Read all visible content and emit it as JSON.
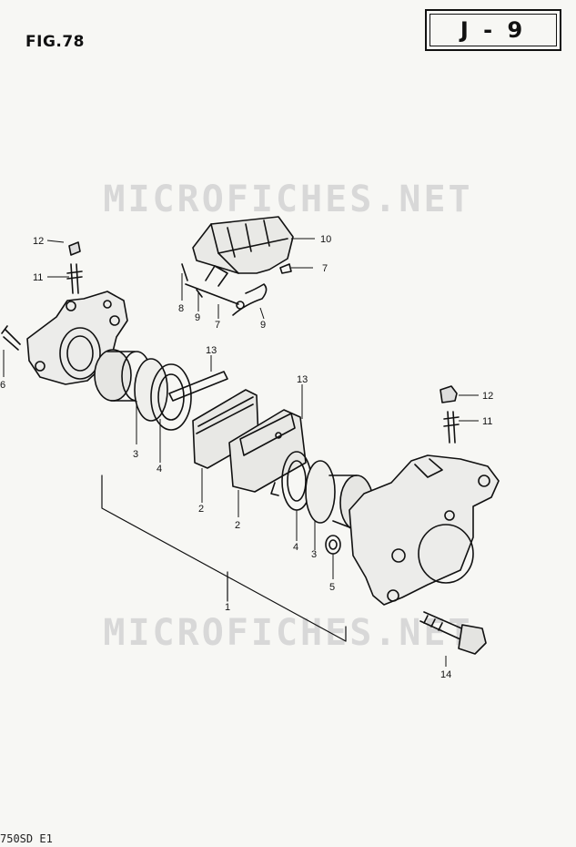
{
  "figure_label": "FIG.78",
  "section_code": "J - 9",
  "watermark": "MICROFICHES.NET",
  "footer_code": "750SD E1",
  "callouts": {
    "c1": "1",
    "c2a": "2",
    "c2b": "2",
    "c3a": "3",
    "c3b": "3",
    "c4a": "4",
    "c4b": "4",
    "c5": "5",
    "c6": "6",
    "c7a": "7",
    "c7b": "7",
    "c8": "8",
    "c9a": "9",
    "c9b": "9",
    "c10": "10",
    "c11a": "11",
    "c11b": "11",
    "c12a": "12",
    "c12b": "12",
    "c13a": "13",
    "c13b": "13",
    "c14": "14"
  }
}
